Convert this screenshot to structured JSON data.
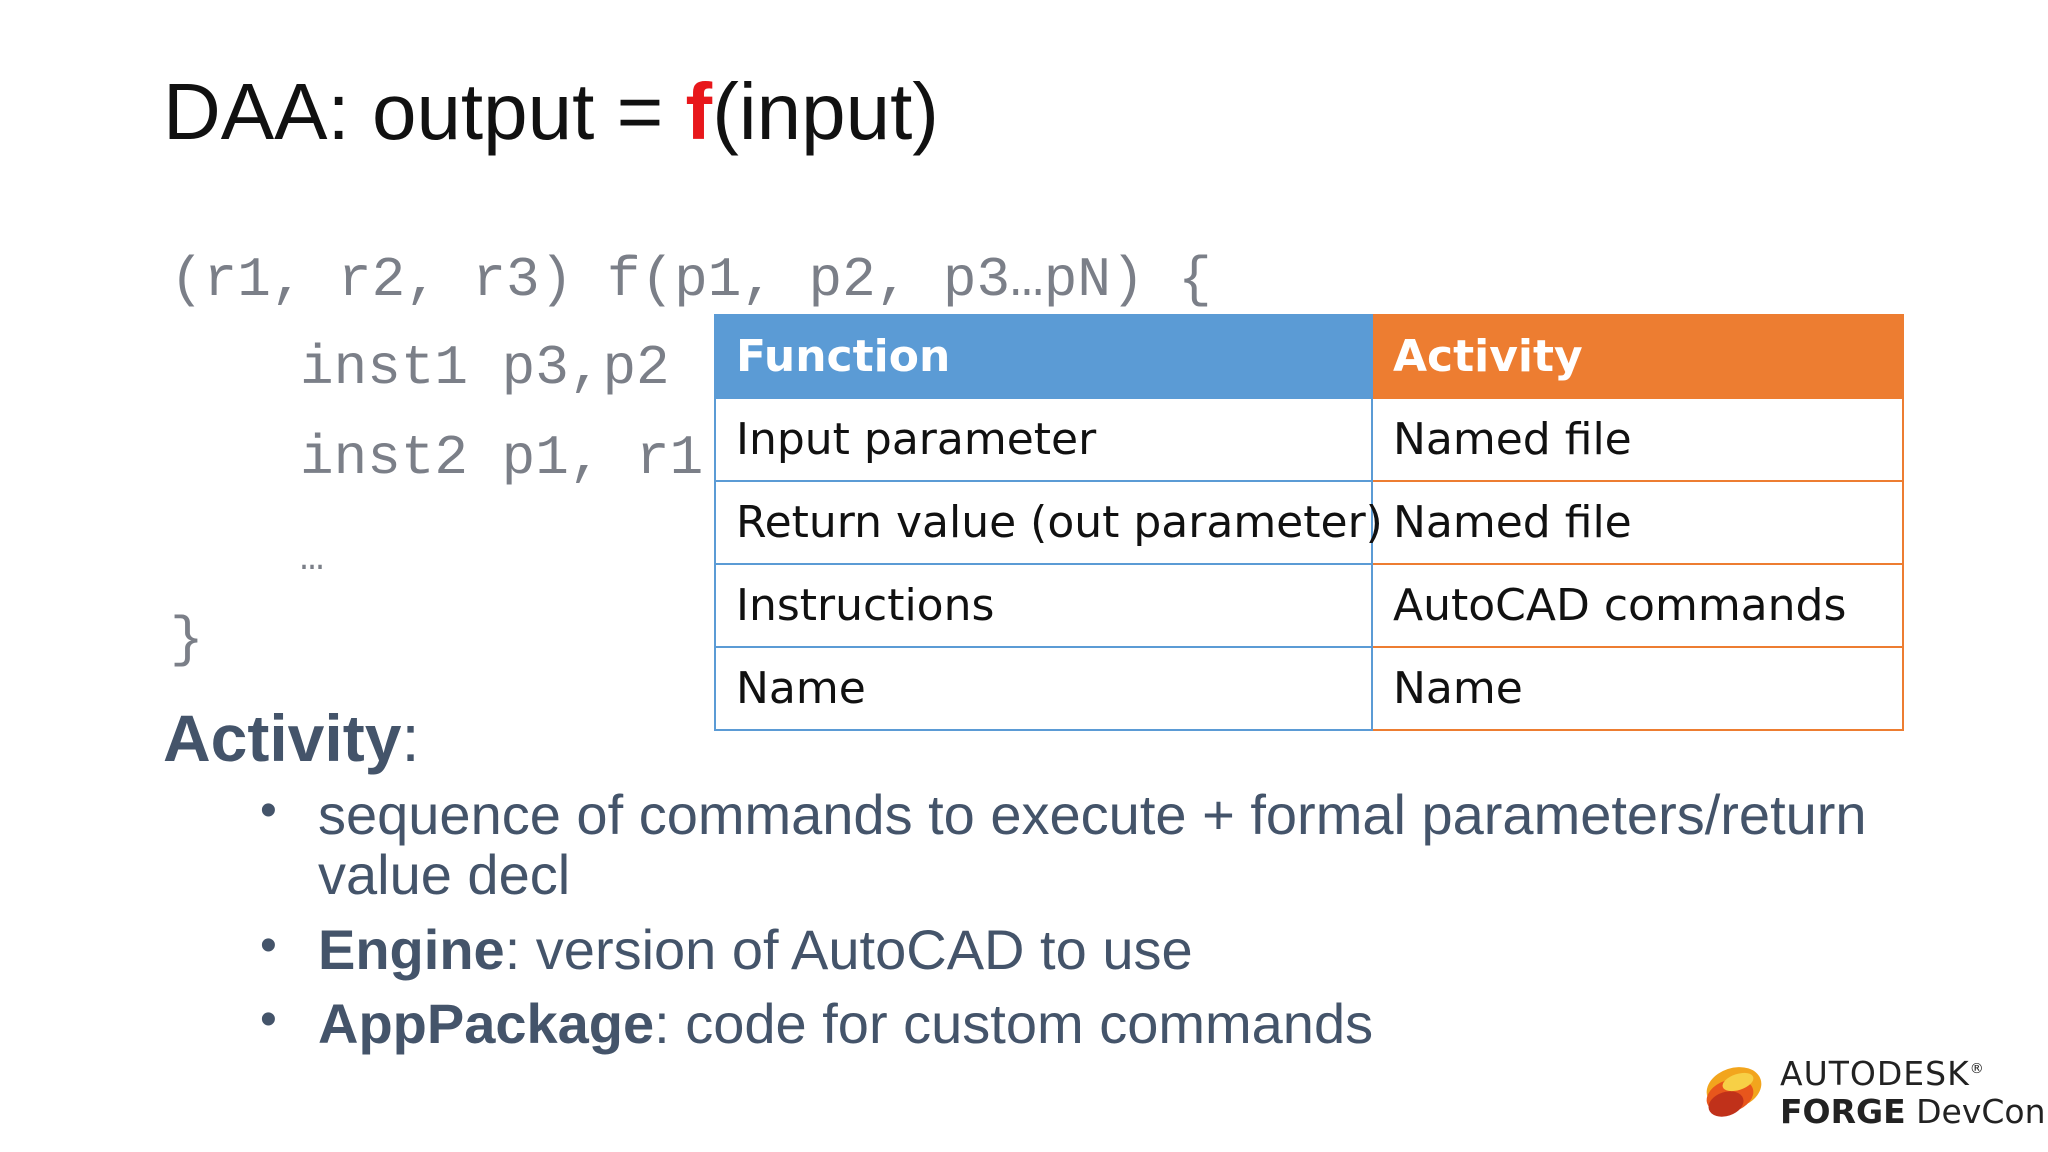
{
  "title": {
    "prefix": "DAA: output = ",
    "function": "f",
    "suffix": "(input)"
  },
  "code": {
    "signature": "(r1, r2, r3) f(p1, p2, p3…pN) {",
    "line1": "inst1 p3,p2",
    "line2": "inst2 p1, r1",
    "line3": "…",
    "closing": "}"
  },
  "table": {
    "headers": [
      "Function",
      "Activity"
    ],
    "rows": [
      [
        "Input parameter",
        "Named file"
      ],
      [
        "Return value (out parameter)",
        "Named file"
      ],
      [
        "Instructions",
        "AutoCAD commands"
      ],
      [
        "Name",
        "Name"
      ]
    ]
  },
  "section": {
    "heading": "Activity",
    "colon": ":"
  },
  "bullets": [
    {
      "bold": "",
      "text": "sequence of commands to execute + formal parameters/return value decl"
    },
    {
      "bold": "Engine",
      "text": ": version of AutoCAD to use"
    },
    {
      "bold": "AppPackage",
      "text": ": code for custom commands"
    }
  ],
  "logo": {
    "brand": "AUTODESK",
    "mark": "®",
    "product_bold": "FORGE",
    "product": " DevCon"
  },
  "colors": {
    "function_header": "#5b9bd5",
    "activity_header": "#ed7d31",
    "title_accent": "#e8171b",
    "body_text": "#44546a"
  }
}
